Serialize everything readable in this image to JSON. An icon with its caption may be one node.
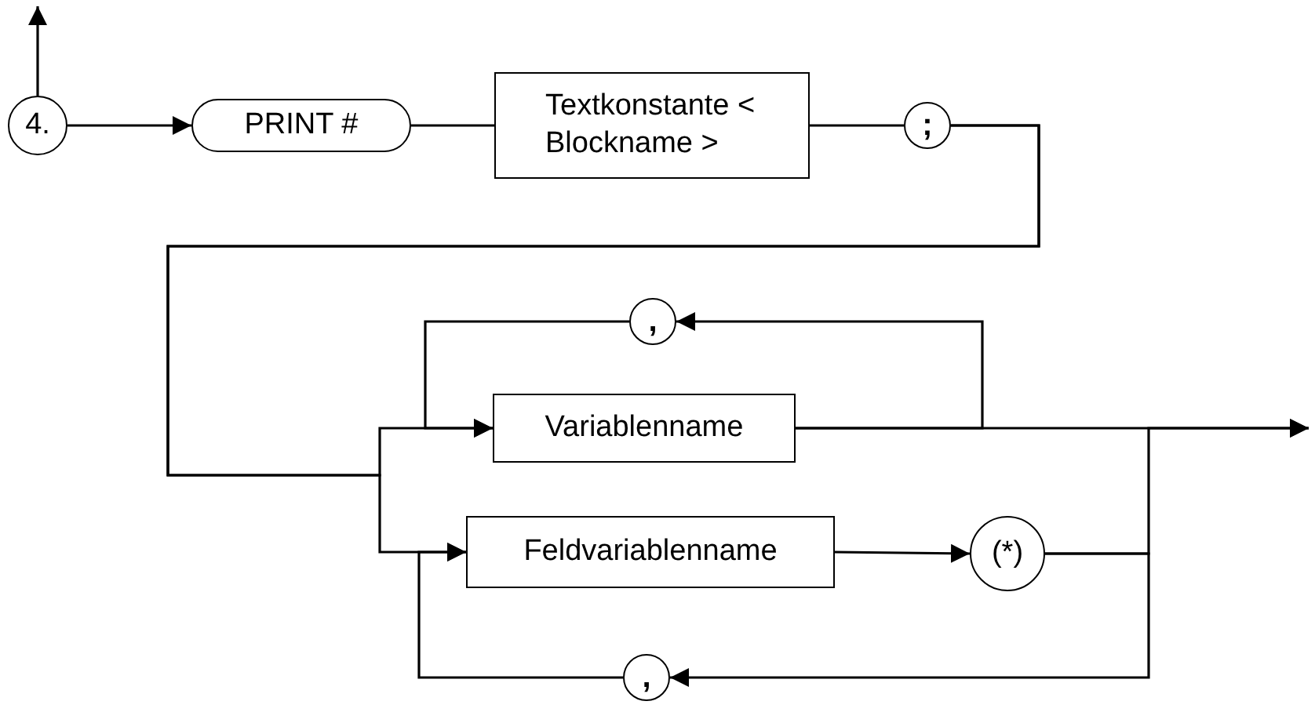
{
  "diagram": {
    "nodes": [
      {
        "text": [
          "4."
        ]
      },
      {
        "text": [
          "PRINT #"
        ]
      },
      {
        "text": [
          "Textkonstante < Blockname >"
        ]
      },
      {
        "text": [
          ";"
        ]
      },
      {
        "text": [
          ","
        ]
      },
      {
        "text": [
          "Variablenname"
        ]
      },
      {
        "text": [
          "Feldvariablenname"
        ]
      },
      {
        "text": [
          "(*)"
        ]
      },
      {
        "text": [
          ","
        ]
      }
    ],
    "edges": [
      {
        "from": 0,
        "to": null,
        "arrow": "to"
      },
      {
        "from": 0,
        "to": 1,
        "arrow": "to"
      },
      {
        "from": 1,
        "to": 2,
        "arrow": "none"
      },
      {
        "from": 2,
        "to": 3,
        "arrow": "none"
      },
      {
        "from": 3,
        "to": 5,
        "arrow": "to"
      },
      {
        "from": 3,
        "to": 6,
        "arrow": "to"
      },
      {
        "from": 5,
        "to": 4,
        "arrow": "to"
      },
      {
        "from": 4,
        "to": 5,
        "arrow": "to"
      },
      {
        "from": 6,
        "to": 7,
        "arrow": "to"
      },
      {
        "from": 5,
        "to": null,
        "arrow": "to"
      },
      {
        "from": 7,
        "to": null,
        "arrow": "to"
      },
      {
        "from": 7,
        "to": 8,
        "arrow": "to"
      },
      {
        "from": 8,
        "to": 6,
        "arrow": "to"
      }
    ]
  }
}
